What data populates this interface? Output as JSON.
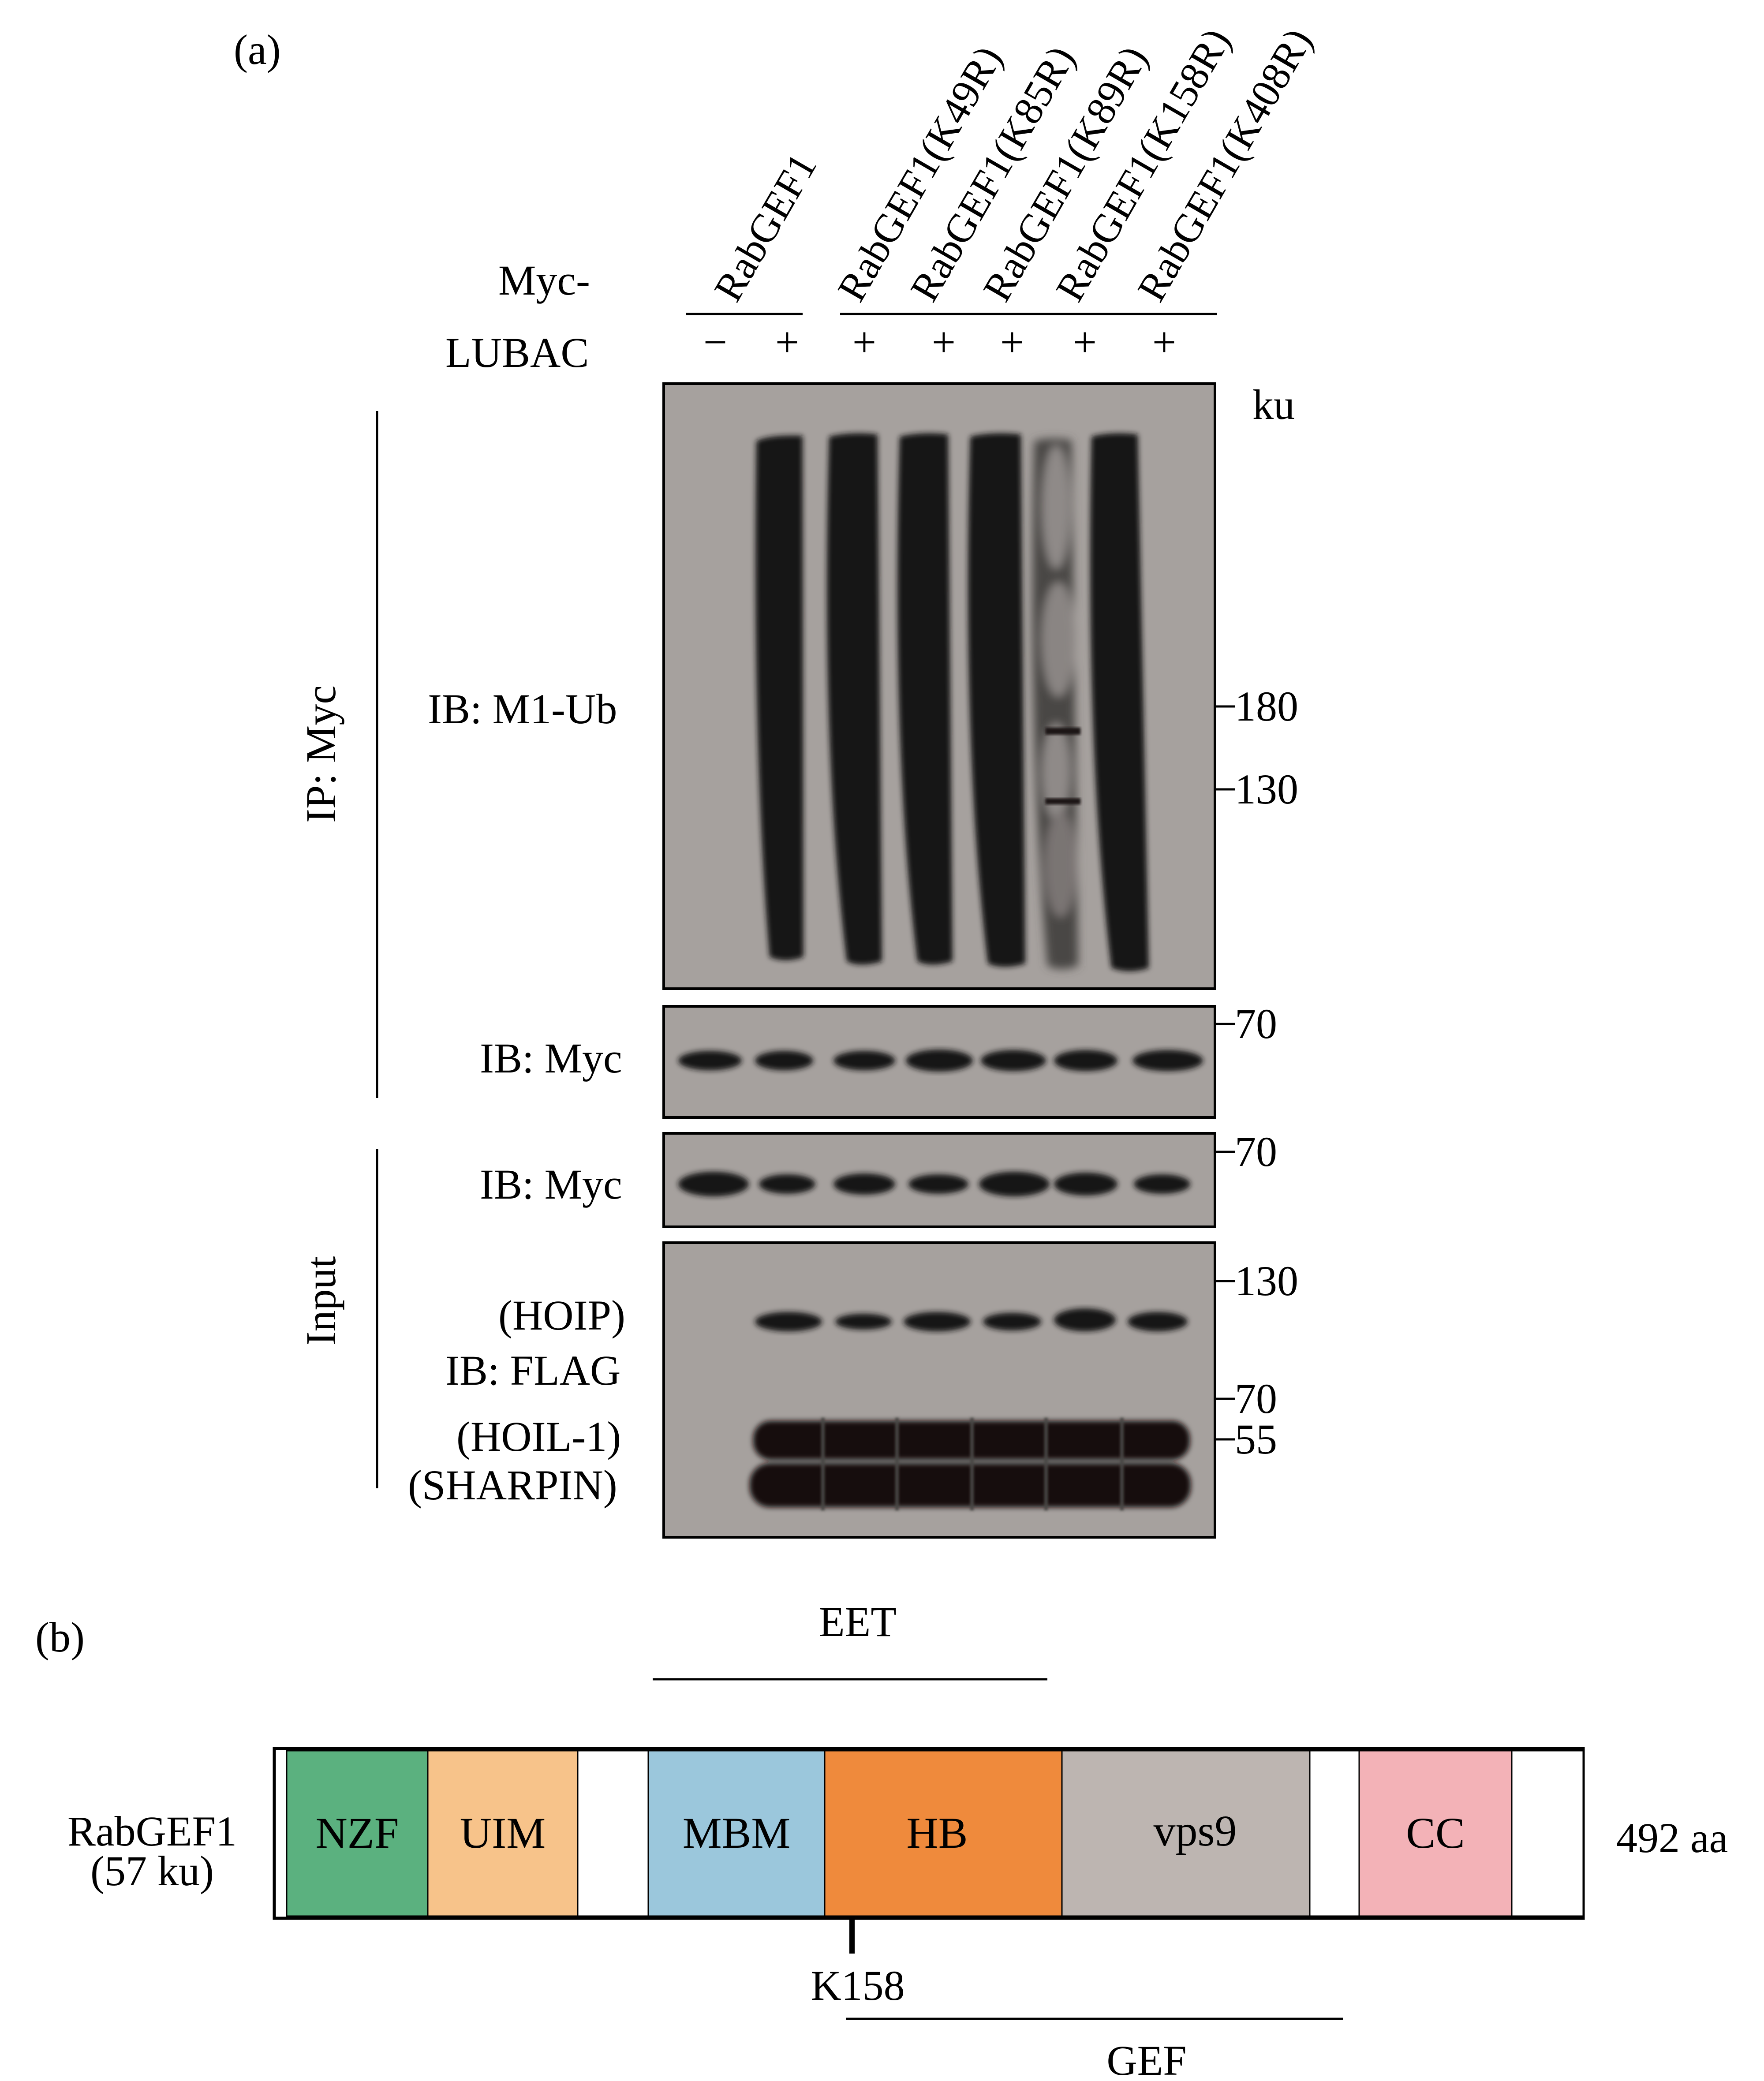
{
  "panel_a": {
    "label": "(a)",
    "myc_label": "Myc-",
    "lubac_label": "LUBAC",
    "lanes": [
      {
        "construct": "RabGEF1",
        "lubac": "−"
      },
      {
        "construct": "",
        "lubac": "+"
      },
      {
        "construct": "RabGEF1(K49R)",
        "lubac": "+"
      },
      {
        "construct": "RabGEF1(K85R)",
        "lubac": "+"
      },
      {
        "construct": "RabGEF1(K89R)",
        "lubac": "+"
      },
      {
        "construct": "RabGEF1(K158R)",
        "lubac": "+"
      },
      {
        "construct": "RabGEF1(K408R)",
        "lubac": "+"
      }
    ],
    "mw_unit": "ku",
    "ip_label": "IP: Myc",
    "input_label": "Input",
    "blots": {
      "m1ub": {
        "label": "IB: M1-Ub",
        "markers": [
          "180",
          "130"
        ]
      },
      "ip_myc": {
        "label": "IB: Myc",
        "markers": [
          "70"
        ]
      },
      "input_myc": {
        "label": "IB: Myc",
        "markers": [
          "70"
        ]
      },
      "flag": {
        "label": "IB: FLAG",
        "hoip": "(HOIP)",
        "hoil": "(HOIL-1)",
        "sharpin": "(SHARPIN)",
        "markers": [
          "130",
          "70",
          "55"
        ]
      }
    }
  },
  "panel_b": {
    "label": "(b)",
    "protein_name": "RabGEF1",
    "protein_mass": "(57 ku)",
    "length": "492 aa",
    "eet_label": "EET",
    "gef_label": "GEF",
    "site_label": "K158",
    "domains": [
      {
        "name": "NZF",
        "color": "#5bb17f"
      },
      {
        "name": "UIM",
        "color": "#f7c38a"
      },
      {
        "name": "",
        "color": "#ffffff"
      },
      {
        "name": "MBM",
        "color": "#9bc7dc"
      },
      {
        "name": "HB",
        "color": "#ef8a3c"
      },
      {
        "name": "vps9",
        "color": "#bdb5b1"
      },
      {
        "name": "",
        "color": "#ffffff"
      },
      {
        "name": "CC",
        "color": "#f3b2b7"
      },
      {
        "name": "",
        "color": "#ffffff"
      }
    ]
  }
}
